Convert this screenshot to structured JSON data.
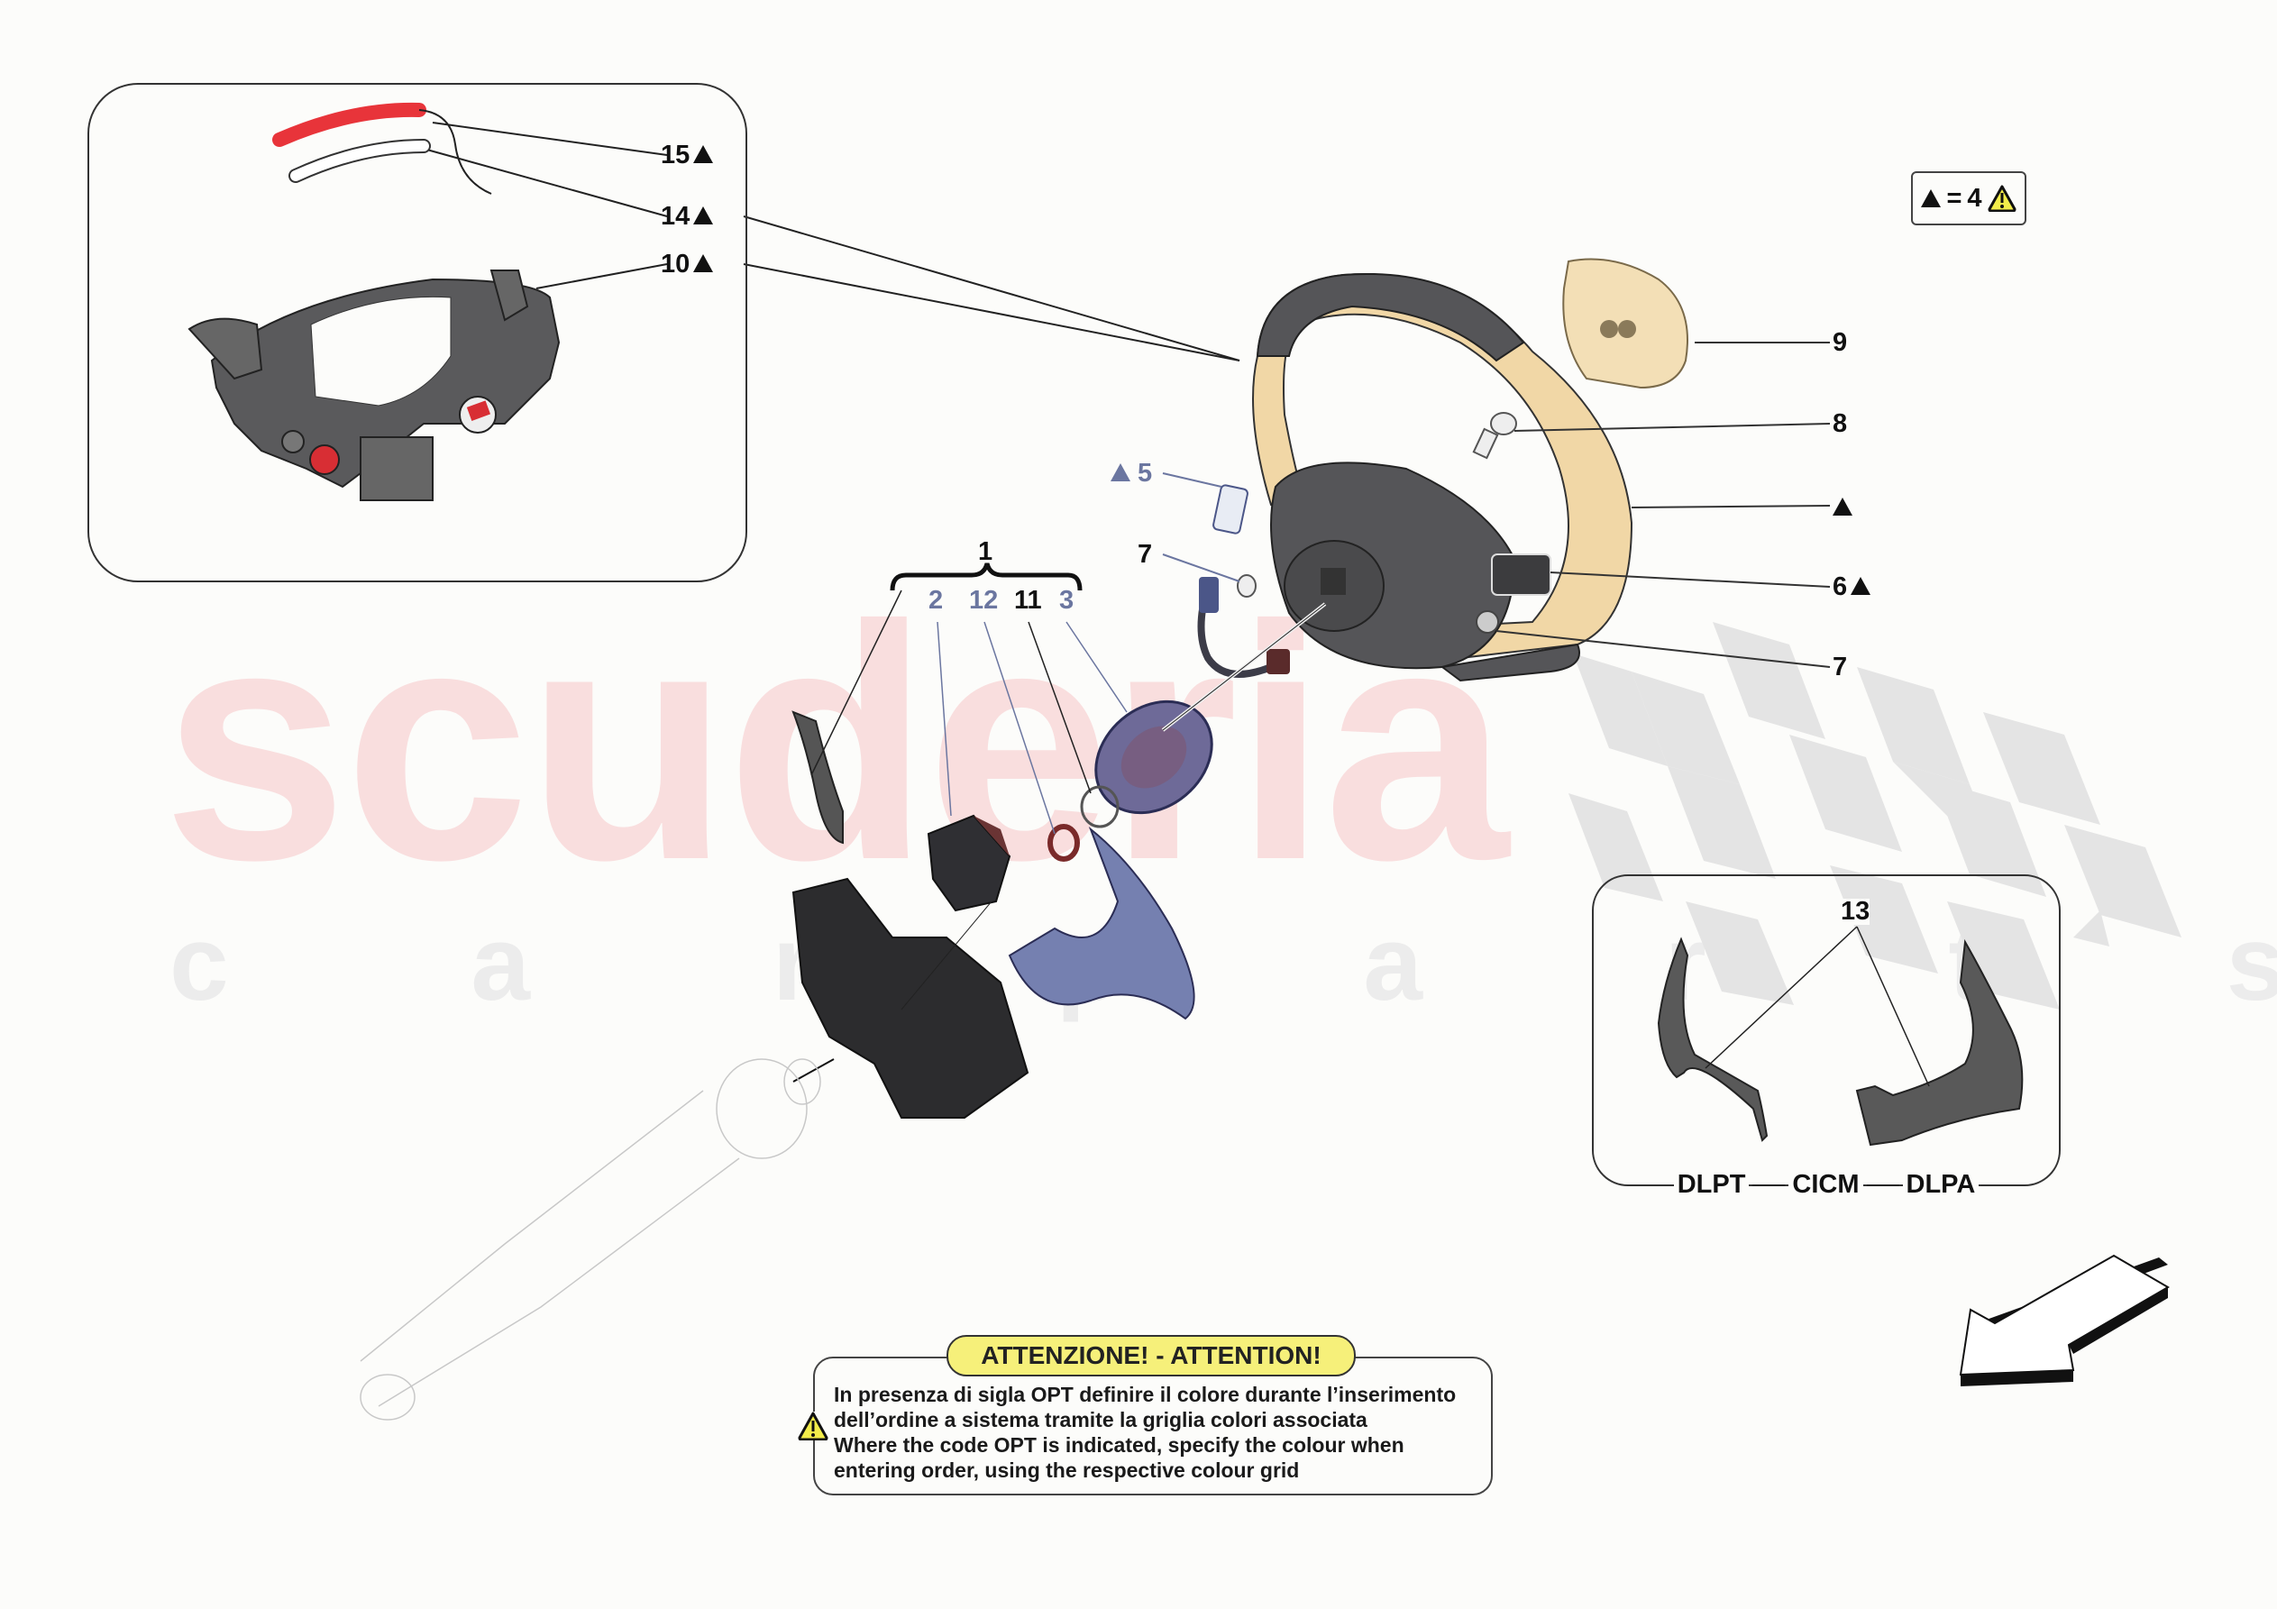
{
  "watermark": {
    "brand": "scuderia",
    "subtitle": "c a r p a r t s",
    "brand_color": "#f9dede",
    "subtitle_color": "#ececec"
  },
  "legend": {
    "symbol": "▲",
    "equals": "=",
    "value": "4",
    "icon": "warning-triangle-icon"
  },
  "inset_top_left": {
    "callouts": [
      {
        "number": "15",
        "marked": true
      },
      {
        "number": "14",
        "marked": true
      },
      {
        "number": "10",
        "marked": true
      }
    ]
  },
  "callouts_right": [
    {
      "number": "9",
      "marked": false
    },
    {
      "number": "8",
      "marked": false
    },
    {
      "number": "",
      "marked": true
    },
    {
      "number": "6",
      "marked": true
    },
    {
      "number": "7",
      "marked": false
    }
  ],
  "callouts_center": {
    "five": {
      "number": "5",
      "marked": true
    },
    "seven": {
      "number": "7",
      "marked": false
    },
    "group": {
      "number": "1",
      "members": [
        "2",
        "12",
        "11",
        "3"
      ]
    }
  },
  "inset_paddles": {
    "number": "13",
    "caption": [
      "DLPT",
      "CICM",
      "DLPA"
    ]
  },
  "attention": {
    "title": "ATTENZIONE! - ATTENTION!",
    "lines": [
      "In presenza di sigla OPT definire il colore durante l’inserimento",
      "dell’ordine a sistema tramite la griglia colori associata",
      "Where the code OPT is indicated, specify the colour when",
      "entering order, using the respective colour grid"
    ],
    "highlight_color": "#f6f07a"
  },
  "colors": {
    "accent_red": "#e8343a",
    "wheel_dark": "#555558",
    "wheel_tan": "#f1d7a6",
    "part_blue": "#6b76a0"
  }
}
